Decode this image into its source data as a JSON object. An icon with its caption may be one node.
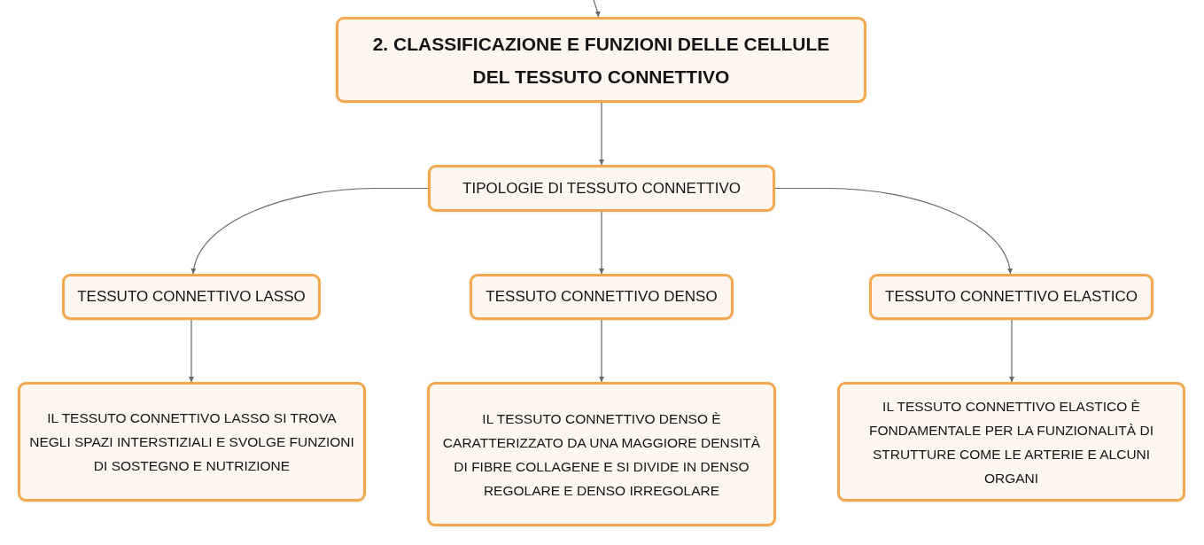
{
  "diagram": {
    "nodes": [
      {
        "text": [
          "2. CLASSIFICAZIONE E FUNZIONI DELLE CELLULE DEL TESSUTO CONNETTIVO"
        ]
      },
      {
        "text": [
          "TIPOLOGIE DI TESSUTO CONNETTIVO"
        ]
      },
      {
        "text": [
          "TESSUTO CONNETTIVO LASSO"
        ]
      },
      {
        "text": [
          "TESSUTO CONNETTIVO DENSO"
        ]
      },
      {
        "text": [
          "TESSUTO CONNETTIVO ELASTICO"
        ]
      },
      {
        "text": [
          "IL TESSUTO CONNETTIVO LASSO SI TROVA NEGLI SPAZI INTERSTIZIALI E SVOLGE FUNZIONI DI SOSTEGNO E NUTRIZIONE"
        ]
      },
      {
        "text": [
          "IL TESSUTO CONNETTIVO DENSO È CARATTERIZZATO DA UNA MAGGIORE DENSITÀ DI FIBRE COLLAGENE E SI DIVIDE IN DENSO REGOLARE E DENSO IRREGOLARE"
        ]
      },
      {
        "text": [
          "IL TESSUTO CONNETTIVO ELASTICO È FONDAMENTALE PER LA FUNZIONALITÀ DI STRUTTURE COME LE ARTERIE E ALCUNI ORGANI"
        ]
      }
    ],
    "edges": [
      {
        "from": null,
        "to": 0,
        "arrow": "to"
      },
      {
        "from": 0,
        "to": 1,
        "arrow": "to"
      },
      {
        "from": 1,
        "to": 2,
        "arrow": "to"
      },
      {
        "from": 1,
        "to": 3,
        "arrow": "to"
      },
      {
        "from": 1,
        "to": 4,
        "arrow": "to"
      },
      {
        "from": 2,
        "to": 5,
        "arrow": "to"
      },
      {
        "from": 3,
        "to": 6,
        "arrow": "to"
      },
      {
        "from": 4,
        "to": 7,
        "arrow": "to"
      }
    ]
  }
}
